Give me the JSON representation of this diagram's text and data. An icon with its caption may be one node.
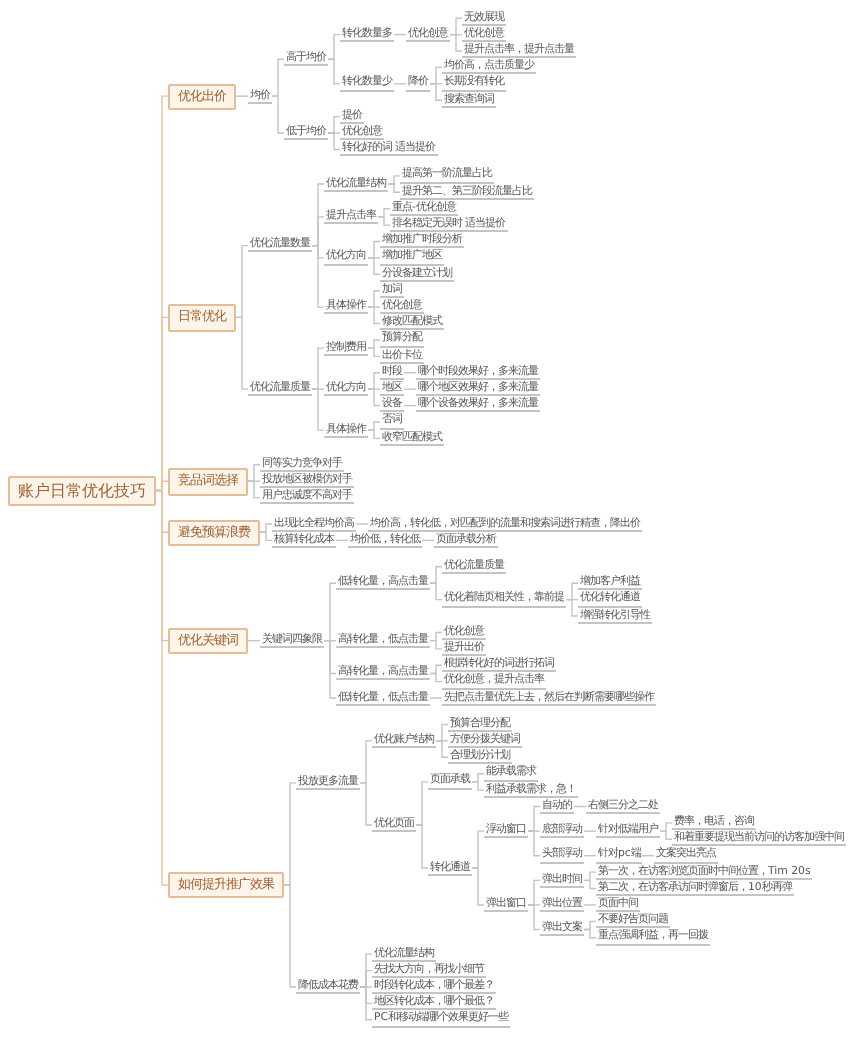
{
  "diagram": {
    "nodes": [
      {
        "text": [
          "账户日常优化技巧"
        ]
      },
      {
        "text": [
          "优化出价"
        ]
      },
      {
        "text": [
          "均价"
        ]
      },
      {
        "text": [
          "高于均价"
        ]
      },
      {
        "text": [
          "转化数量多"
        ]
      },
      {
        "text": [
          "优化创意"
        ]
      },
      {
        "text": [
          "无效展现"
        ]
      },
      {
        "text": [
          "优化创意"
        ]
      },
      {
        "text": [
          "提升点击率，提升点击量"
        ]
      },
      {
        "text": [
          "转化数量少"
        ]
      },
      {
        "text": [
          "降价"
        ]
      },
      {
        "text": [
          "均价高，点击质量少"
        ]
      },
      {
        "text": [
          "长期没有转化"
        ]
      },
      {
        "text": [
          "搜索查询词"
        ]
      },
      {
        "text": [
          "低于均价"
        ]
      },
      {
        "text": [
          "提价"
        ]
      },
      {
        "text": [
          "优化创意"
        ]
      },
      {
        "text": [
          "转化好的词 适当提价"
        ]
      },
      {
        "text": [
          "日常优化"
        ]
      },
      {
        "text": [
          "优化流量数量"
        ]
      },
      {
        "text": [
          "优化流量结构"
        ]
      },
      {
        "text": [
          "提高第一阶流量占比"
        ]
      },
      {
        "text": [
          "提升第二、第三阶段流量占比"
        ]
      },
      {
        "text": [
          "提升点击率"
        ]
      },
      {
        "text": [
          "重点-优化创意"
        ]
      },
      {
        "text": [
          "排名稳定无误时 适当提价"
        ]
      },
      {
        "text": [
          "优化方向"
        ]
      },
      {
        "text": [
          "增加推广时段分析"
        ]
      },
      {
        "text": [
          "增加推广地区"
        ]
      },
      {
        "text": [
          "分设备建立计划"
        ]
      },
      {
        "text": [
          "具体操作"
        ]
      },
      {
        "text": [
          "加词"
        ]
      },
      {
        "text": [
          "优化创意"
        ]
      },
      {
        "text": [
          "修改匹配模式"
        ]
      },
      {
        "text": [
          "优化流量质量"
        ]
      },
      {
        "text": [
          "控制费用"
        ]
      },
      {
        "text": [
          "预算分配"
        ]
      },
      {
        "text": [
          "出价卡位"
        ]
      },
      {
        "text": [
          "优化方向"
        ]
      },
      {
        "text": [
          "时段"
        ]
      },
      {
        "text": [
          "哪个时段效果好，多来流量"
        ]
      },
      {
        "text": [
          "地区"
        ]
      },
      {
        "text": [
          "哪个地区效果好，多来流量"
        ]
      },
      {
        "text": [
          "设备"
        ]
      },
      {
        "text": [
          "哪个设备效果好，多来流量"
        ]
      },
      {
        "text": [
          "具体操作"
        ]
      },
      {
        "text": [
          "否词"
        ]
      },
      {
        "text": [
          "收窄匹配模式"
        ]
      },
      {
        "text": [
          "竞品词选择"
        ]
      },
      {
        "text": [
          "同等实力竞争对手"
        ]
      },
      {
        "text": [
          "投放地区被模仿对手"
        ]
      },
      {
        "text": [
          "用户忠诚度不高对手"
        ]
      },
      {
        "text": [
          "避免预算浪费"
        ]
      },
      {
        "text": [
          "出现比全程均价高"
        ]
      },
      {
        "text": [
          "均价高，转化低，对匹配到的流量和搜索词进行精查，降出价"
        ]
      },
      {
        "text": [
          "核算转化成本"
        ]
      },
      {
        "text": [
          "均价低，转化低"
        ]
      },
      {
        "text": [
          "页面承载分析"
        ]
      },
      {
        "text": [
          "优化关键词"
        ]
      },
      {
        "text": [
          "关键词四象限"
        ]
      },
      {
        "text": [
          "低转化量，高点击量"
        ]
      },
      {
        "text": [
          "优化流量质量"
        ]
      },
      {
        "text": [
          "优化着陆页相关性，靠前提"
        ]
      },
      {
        "text": [
          "增加客户利益"
        ]
      },
      {
        "text": [
          "优化转化通道"
        ]
      },
      {
        "text": [
          "增强转化引导性"
        ]
      },
      {
        "text": [
          "高转化量，低点击量"
        ]
      },
      {
        "text": [
          "优化创意"
        ]
      },
      {
        "text": [
          "提升出价"
        ]
      },
      {
        "text": [
          "高转化量，高点击量"
        ]
      },
      {
        "text": [
          "根据转化好的词进行拓词"
        ]
      },
      {
        "text": [
          "优化创意，提升点击率"
        ]
      },
      {
        "text": [
          "低转化量，低点击量"
        ]
      },
      {
        "text": [
          "先把点击量优先上去，然后在判断需要哪些操作"
        ]
      },
      {
        "text": [
          "如何提升推广效果"
        ]
      },
      {
        "text": [
          "投放更多流量"
        ]
      },
      {
        "text": [
          "优化账户结构"
        ]
      },
      {
        "text": [
          "预算合理分配"
        ]
      },
      {
        "text": [
          "方便分拨关键词"
        ]
      },
      {
        "text": [
          "合理划分计划"
        ]
      },
      {
        "text": [
          "优化页面"
        ]
      },
      {
        "text": [
          "页面承载"
        ]
      },
      {
        "text": [
          "能承载需求"
        ]
      },
      {
        "text": [
          "利益承载需求，急！"
        ]
      },
      {
        "text": [
          "转化通道"
        ]
      },
      {
        "text": [
          "浮动窗口"
        ]
      },
      {
        "text": [
          "自动的"
        ]
      },
      {
        "text": [
          "右侧三分之二处"
        ]
      },
      {
        "text": [
          "底部浮动"
        ]
      },
      {
        "text": [
          "针对低端用户"
        ]
      },
      {
        "text": [
          "费率，电话，咨询"
        ]
      },
      {
        "text": [
          "和着重要提现当前访问的访客加强中间"
        ]
      },
      {
        "text": [
          "头部浮动"
        ]
      },
      {
        "text": [
          "针对pc端"
        ]
      },
      {
        "text": [
          "文案突出亮点"
        ]
      },
      {
        "text": [
          "弹出窗口"
        ]
      },
      {
        "text": [
          "弹出时间"
        ]
      },
      {
        "text": [
          "第一次，在访客浏览页面时中间位置，Tim 20s"
        ]
      },
      {
        "text": [
          "第二次，在访客承访问时弹窗后，10秒再弹"
        ]
      },
      {
        "text": [
          "弹出位置"
        ]
      },
      {
        "text": [
          "页面中间"
        ]
      },
      {
        "text": [
          "弹出文案"
        ]
      },
      {
        "text": [
          "不要好告页问题"
        ]
      },
      {
        "text": [
          "重点强调利益，再一回拨"
        ]
      },
      {
        "text": [
          "降低成本花费"
        ]
      },
      {
        "text": [
          "优化流量结构"
        ]
      },
      {
        "text": [
          "先找大方向，再找小细节"
        ]
      },
      {
        "text": [
          "时段转化成本，哪个最差？"
        ]
      },
      {
        "text": [
          "地区转化成本，哪个最低？"
        ]
      },
      {
        "text": [
          "PC和移动端哪个效果更好一些"
        ]
      }
    ],
    "edges": [
      {
        "from": 0,
        "to": 1,
        "arrow": "none"
      },
      {
        "from": 1,
        "to": 2,
        "arrow": "none"
      },
      {
        "from": 2,
        "to": 3,
        "arrow": "none"
      },
      {
        "from": 3,
        "to": 4,
        "arrow": "none"
      },
      {
        "from": 4,
        "to": 5,
        "arrow": "none"
      },
      {
        "from": 5,
        "to": 6,
        "arrow": "none"
      },
      {
        "from": 5,
        "to": 7,
        "arrow": "none"
      },
      {
        "from": 5,
        "to": 8,
        "arrow": "none"
      },
      {
        "from": 3,
        "to": 9,
        "arrow": "none"
      },
      {
        "from": 9,
        "to": 10,
        "arrow": "none"
      },
      {
        "from": 10,
        "to": 11,
        "arrow": "none"
      },
      {
        "from": 10,
        "to": 12,
        "arrow": "none"
      },
      {
        "from": 10,
        "to": 13,
        "arrow": "none"
      },
      {
        "from": 2,
        "to": 14,
        "arrow": "none"
      },
      {
        "from": 14,
        "to": 15,
        "arrow": "none"
      },
      {
        "from": 14,
        "to": 16,
        "arrow": "none"
      },
      {
        "from": 14,
        "to": 17,
        "arrow": "none"
      },
      {
        "from": 0,
        "to": 18,
        "arrow": "none"
      },
      {
        "from": 18,
        "to": 19,
        "arrow": "none"
      },
      {
        "from": 19,
        "to": 20,
        "arrow": "none"
      },
      {
        "from": 20,
        "to": 21,
        "arrow": "none"
      },
      {
        "from": 20,
        "to": 22,
        "arrow": "none"
      },
      {
        "from": 19,
        "to": 23,
        "arrow": "none"
      },
      {
        "from": 23,
        "to": 24,
        "arrow": "none"
      },
      {
        "from": 23,
        "to": 25,
        "arrow": "none"
      },
      {
        "from": 19,
        "to": 26,
        "arrow": "none"
      },
      {
        "from": 26,
        "to": 27,
        "arrow": "none"
      },
      {
        "from": 26,
        "to": 28,
        "arrow": "none"
      },
      {
        "from": 26,
        "to": 29,
        "arrow": "none"
      },
      {
        "from": 19,
        "to": 30,
        "arrow": "none"
      },
      {
        "from": 30,
        "to": 31,
        "arrow": "none"
      },
      {
        "from": 30,
        "to": 32,
        "arrow": "none"
      },
      {
        "from": 30,
        "to": 33,
        "arrow": "none"
      },
      {
        "from": 18,
        "to": 34,
        "arrow": "none"
      },
      {
        "from": 34,
        "to": 35,
        "arrow": "none"
      },
      {
        "from": 35,
        "to": 36,
        "arrow": "none"
      },
      {
        "from": 35,
        "to": 37,
        "arrow": "none"
      },
      {
        "from": 34,
        "to": 38,
        "arrow": "none"
      },
      {
        "from": 38,
        "to": 39,
        "arrow": "none"
      },
      {
        "from": 39,
        "to": 40,
        "arrow": "none"
      },
      {
        "from": 38,
        "to": 41,
        "arrow": "none"
      },
      {
        "from": 41,
        "to": 42,
        "arrow": "none"
      },
      {
        "from": 38,
        "to": 43,
        "arrow": "none"
      },
      {
        "from": 43,
        "to": 44,
        "arrow": "none"
      },
      {
        "from": 34,
        "to": 45,
        "arrow": "none"
      },
      {
        "from": 45,
        "to": 46,
        "arrow": "none"
      },
      {
        "from": 45,
        "to": 47,
        "arrow": "none"
      },
      {
        "from": 0,
        "to": 48,
        "arrow": "none"
      },
      {
        "from": 48,
        "to": 49,
        "arrow": "none"
      },
      {
        "from": 48,
        "to": 50,
        "arrow": "none"
      },
      {
        "from": 48,
        "to": 51,
        "arrow": "none"
      },
      {
        "from": 0,
        "to": 52,
        "arrow": "none"
      },
      {
        "from": 52,
        "to": 53,
        "arrow": "none"
      },
      {
        "from": 53,
        "to": 54,
        "arrow": "none"
      },
      {
        "from": 52,
        "to": 55,
        "arrow": "none"
      },
      {
        "from": 55,
        "to": 56,
        "arrow": "none"
      },
      {
        "from": 56,
        "to": 57,
        "arrow": "none"
      },
      {
        "from": 0,
        "to": 58,
        "arrow": "none"
      },
      {
        "from": 58,
        "to": 59,
        "arrow": "none"
      },
      {
        "from": 59,
        "to": 60,
        "arrow": "none"
      },
      {
        "from": 60,
        "to": 61,
        "arrow": "none"
      },
      {
        "from": 60,
        "to": 62,
        "arrow": "none"
      },
      {
        "from": 62,
        "to": 63,
        "arrow": "none"
      },
      {
        "from": 62,
        "to": 64,
        "arrow": "none"
      },
      {
        "from": 62,
        "to": 65,
        "arrow": "none"
      },
      {
        "from": 59,
        "to": 66,
        "arrow": "none"
      },
      {
        "from": 66,
        "to": 67,
        "arrow": "none"
      },
      {
        "from": 66,
        "to": 68,
        "arrow": "none"
      },
      {
        "from": 59,
        "to": 69,
        "arrow": "none"
      },
      {
        "from": 69,
        "to": 70,
        "arrow": "none"
      },
      {
        "from": 69,
        "to": 71,
        "arrow": "none"
      },
      {
        "from": 59,
        "to": 72,
        "arrow": "none"
      },
      {
        "from": 72,
        "to": 73,
        "arrow": "none"
      },
      {
        "from": 0,
        "to": 74,
        "arrow": "none"
      },
      {
        "from": 74,
        "to": 75,
        "arrow": "none"
      },
      {
        "from": 75,
        "to": 76,
        "arrow": "none"
      },
      {
        "from": 76,
        "to": 77,
        "arrow": "none"
      },
      {
        "from": 76,
        "to": 78,
        "arrow": "none"
      },
      {
        "from": 76,
        "to": 79,
        "arrow": "none"
      },
      {
        "from": 75,
        "to": 80,
        "arrow": "none"
      },
      {
        "from": 80,
        "to": 81,
        "arrow": "none"
      },
      {
        "from": 81,
        "to": 82,
        "arrow": "none"
      },
      {
        "from": 81,
        "to": 83,
        "arrow": "none"
      },
      {
        "from": 80,
        "to": 84,
        "arrow": "none"
      },
      {
        "from": 84,
        "to": 85,
        "arrow": "none"
      },
      {
        "from": 85,
        "to": 86,
        "arrow": "none"
      },
      {
        "from": 86,
        "to": 87,
        "arrow": "none"
      },
      {
        "from": 85,
        "to": 88,
        "arrow": "none"
      },
      {
        "from": 88,
        "to": 89,
        "arrow": "none"
      },
      {
        "from": 89,
        "to": 90,
        "arrow": "none"
      },
      {
        "from": 89,
        "to": 91,
        "arrow": "none"
      },
      {
        "from": 85,
        "to": 92,
        "arrow": "none"
      },
      {
        "from": 92,
        "to": 93,
        "arrow": "none"
      },
      {
        "from": 93,
        "to": 94,
        "arrow": "none"
      },
      {
        "from": 84,
        "to": 95,
        "arrow": "none"
      },
      {
        "from": 95,
        "to": 96,
        "arrow": "none"
      },
      {
        "from": 96,
        "to": 97,
        "arrow": "none"
      },
      {
        "from": 96,
        "to": 98,
        "arrow": "none"
      },
      {
        "from": 95,
        "to": 99,
        "arrow": "none"
      },
      {
        "from": 99,
        "to": 100,
        "arrow": "none"
      },
      {
        "from": 95,
        "to": 101,
        "arrow": "none"
      },
      {
        "from": 101,
        "to": 102,
        "arrow": "none"
      },
      {
        "from": 101,
        "to": 103,
        "arrow": "none"
      },
      {
        "from": 74,
        "to": 104,
        "arrow": "none"
      },
      {
        "from": 104,
        "to": 105,
        "arrow": "none"
      },
      {
        "from": 104,
        "to": 106,
        "arrow": "none"
      },
      {
        "from": 104,
        "to": 107,
        "arrow": "none"
      },
      {
        "from": 104,
        "to": 108,
        "arrow": "none"
      },
      {
        "from": 104,
        "to": 109,
        "arrow": "none"
      }
    ]
  }
}
